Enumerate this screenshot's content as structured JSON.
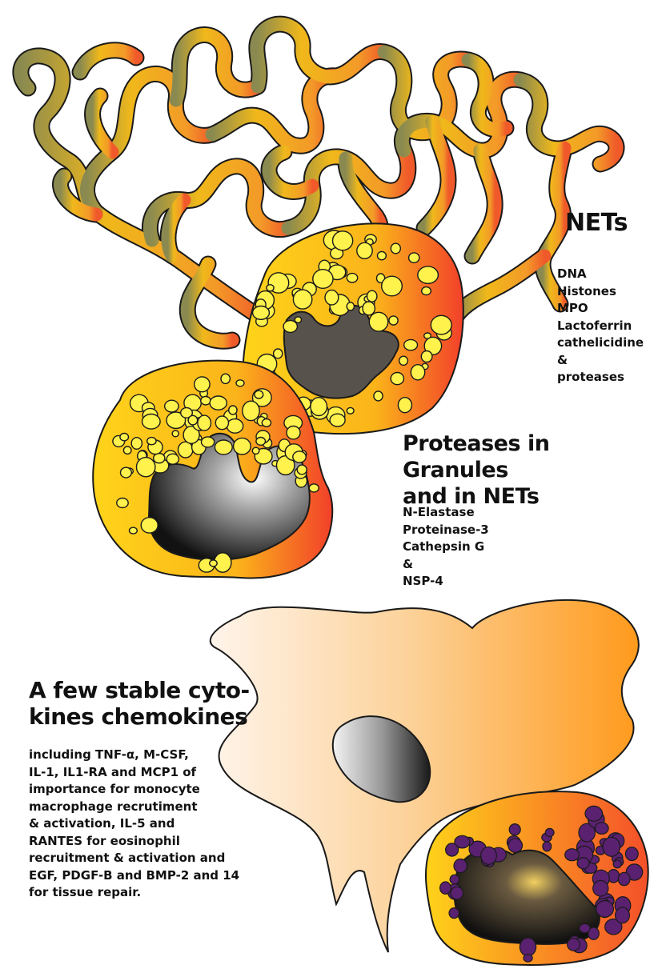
{
  "nets": {
    "title": "NETs",
    "items": [
      "DNA",
      "Histones",
      "MPO",
      "Lactoferrin",
      "cathelicidine",
      "&",
      "proteases"
    ]
  },
  "proteases": {
    "title_line1": "Proteases in Granules",
    "title_line2": "and in NETs",
    "items": [
      "N-Elastase",
      "Proteinase-3",
      "Cathepsin G",
      "&",
      "NSP-4"
    ]
  },
  "cytokines": {
    "title_line1": "A few stable cyto-",
    "title_line2": "kines chemokines",
    "lines": [
      "including  TNF-α, M-CSF,",
      "IL-1, IL1-RA and MCP1 of",
      "importance for monocyte",
      "macrophage recrutiment",
      "& activation,  IL-5 and",
      "RANTES for eosinophil",
      "recruitment & activation and",
      "EGF, PDGF-B and BMP-2 and 14",
      "for tissue repair."
    ]
  },
  "colors": {
    "net_start": "#8a8a50",
    "net_mid": "#f0b81a",
    "net_end": "#f05a2a",
    "neutrophil_yellow": "#ffd21a",
    "neutrophil_red": "#f03a28",
    "granule": "#fff04a",
    "eosin_granule": "#5a2170",
    "nucleus_dark": "#56524c",
    "macrophage_light": "#fff3e6",
    "macrophage_orange": "#ff9a1a"
  }
}
